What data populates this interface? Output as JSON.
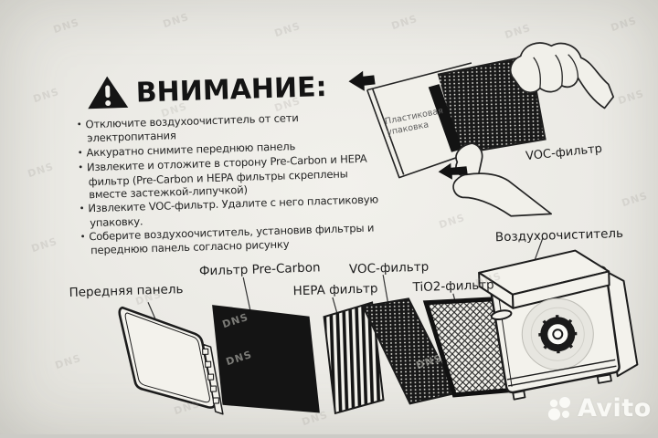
{
  "photo": {
    "paper_color": "#ecebe5",
    "ink_color": "#1b1b1b"
  },
  "warning": {
    "title": "ВНИМАНИЕ:",
    "bullets": [
      "Отключите воздухоочиститель от сети электропитания",
      "Аккуратно снимите переднюю панель",
      "Извлеките и отложите в сторону Pre-Carbon и HEPA фильтр (Pre-Carbon и HEPA фильтры скреплены вместе застежкой-липучкой)",
      "Извлеките VOC-фильтр. Удалите с него пластиковую упаковку.",
      "Соберите воздухоочиститель, установив фильтры и переднюю панель согласно рисунку"
    ]
  },
  "removal_illustration": {
    "packaging_label": "Пластиковая упаковка",
    "filter_label": "VOC-фильтр"
  },
  "exploded_view": {
    "front_panel_label": "Передняя панель",
    "pre_carbon_label": "Фильтр Pre-Carbon",
    "hepa_label": "HEPA фильтр",
    "voc_label": "VOC-фильтр",
    "tio2_label": "TiO2-фильтр",
    "purifier_label": "Воздухоочиститель"
  },
  "watermarks": {
    "store": "DNS",
    "marketplace": "Avito"
  }
}
